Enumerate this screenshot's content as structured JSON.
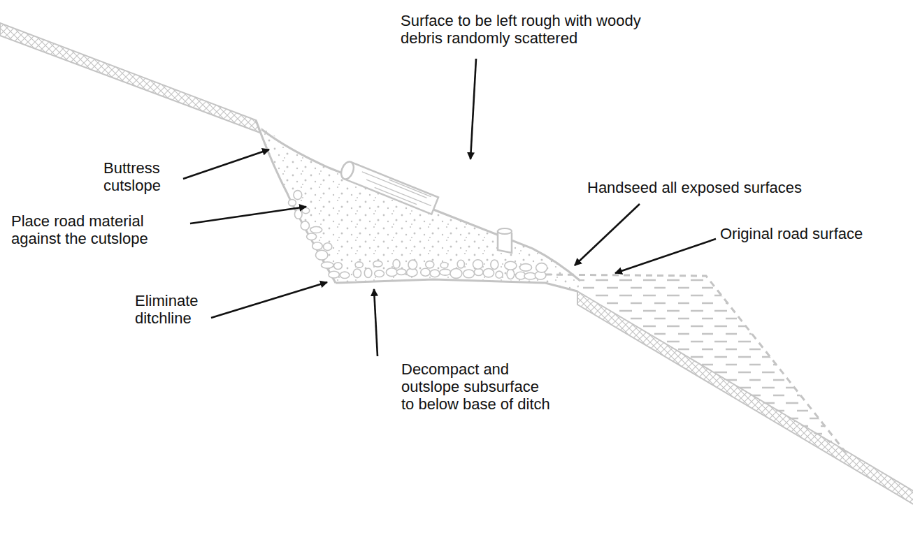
{
  "diagram": {
    "labels": [
      "Surface to be left rough with woody debris randomly scattered",
      "Buttress cutslope",
      "Handseed all exposed surfaces",
      "Place road material against the cutslope",
      "Original road surface",
      "Eliminate ditchline",
      "Decompact and outslope subsurface to below base of ditch"
    ]
  }
}
